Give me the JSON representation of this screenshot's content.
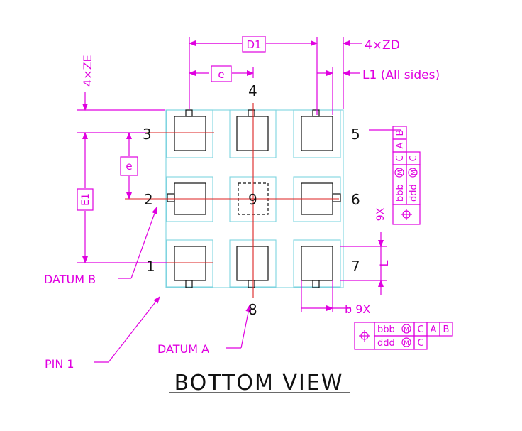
{
  "view_title": "BOTTOM VIEW",
  "dimensions": {
    "d1": "D1",
    "zd": "4×ZD",
    "e_top": "e",
    "l1": "L1 (All sides)",
    "ze": "4×ZE",
    "e_left": "e",
    "e1": "E1",
    "pad_length": "L",
    "pad_length_count": "9X",
    "pad_width": "b 9X"
  },
  "pins": [
    "1",
    "2",
    "3",
    "4",
    "5",
    "6",
    "7",
    "8",
    "9"
  ],
  "datums": {
    "a": "DATUM A",
    "b": "DATUM B",
    "pin1": "PIN 1"
  },
  "tolerance_bottom": {
    "symbol": "position-symbol",
    "row1": [
      "bbb",
      "M",
      "C",
      "A",
      "B"
    ],
    "row2": [
      "ddd",
      "M",
      "C"
    ]
  },
  "tolerance_right": {
    "symbol": "position-symbol",
    "row1": [
      "bbb",
      "M",
      "C",
      "A",
      "B"
    ],
    "row2": [
      "ddd",
      "M",
      "C"
    ]
  },
  "colors": {
    "dimension": "#e000e0",
    "outline": "#7fd4e0",
    "pads": "#111111",
    "center": "#d22222"
  }
}
